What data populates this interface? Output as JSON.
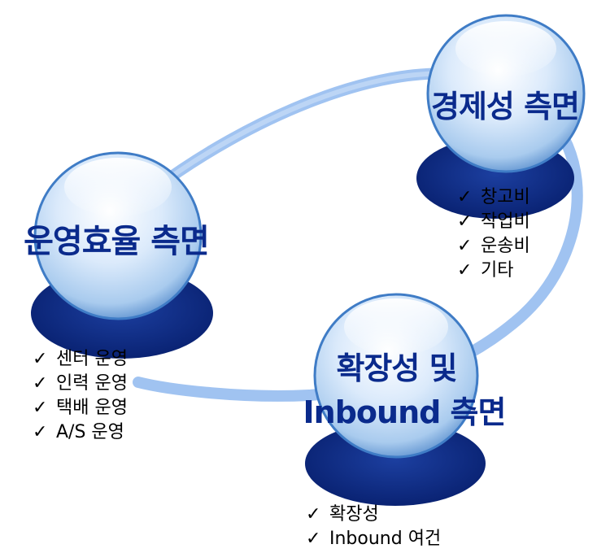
{
  "nodes": {
    "economy": {
      "title": "경제성 측면",
      "items": [
        "창고비",
        "작업비",
        "운송비",
        "기타"
      ]
    },
    "operation": {
      "title": "운영효율 측면",
      "items": [
        "센터 운영",
        "인력 운영",
        "택배 운영",
        "A/S 운영"
      ]
    },
    "expansion": {
      "title_line1": "확장성 및",
      "title_line2": "Inbound 측면",
      "items": [
        "확장성",
        "Inbound 여건"
      ]
    }
  },
  "check_mark": "✓",
  "colors": {
    "title": "#0a2a8c",
    "base": "#0b2a8a",
    "ring": "#8fb8ee",
    "sphere_light": "#f4f9ff",
    "sphere_mid": "#b5d3f2",
    "sphere_edge": "#3f7cc6"
  }
}
